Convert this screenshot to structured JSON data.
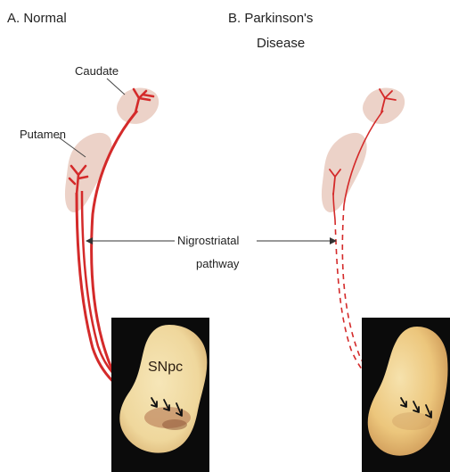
{
  "panels": {
    "normal": {
      "title": "A. Normal"
    },
    "parkinsons": {
      "title_line1": "B. Parkinson's",
      "title_line2": "Disease"
    }
  },
  "labels": {
    "caudate": "Caudate",
    "putamen": "Putamen",
    "pathway_line1": "Nigrostriatal",
    "pathway_line2": "pathway",
    "snpc": "SNpc"
  },
  "colors": {
    "pathway_red": "#d42a2a",
    "striatum_tint": "#ecd2c8",
    "midbrain_black": "#0b0b0b",
    "midbrain_tissue": "#f0d9a0"
  },
  "state": {
    "normal": "dense, solid pathway",
    "parkinsons": "thin, dashed pathway; lighter substantia nigra"
  }
}
